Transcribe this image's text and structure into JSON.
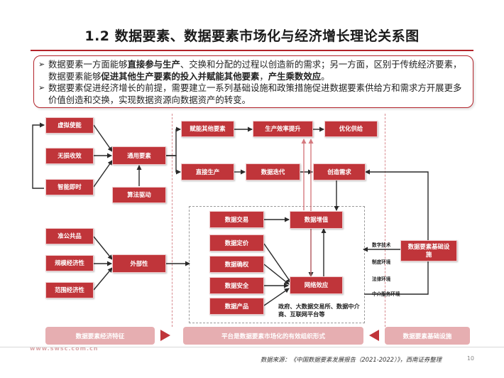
{
  "title": "1.2 数据要素、数据要素市场化与经济增长理论关系图",
  "summary": {
    "p1_a": "数据要素一方面能够",
    "p1_b": "直接参与生产",
    "p1_c": "、交换和分配的过程以创造新的需求；另一方面，区别于传统经济要素，数据要素能够",
    "p1_d": "促进其他生产要素的投入并赋能其他要素",
    "p1_e": "，",
    "p1_f": "产生乘数效应",
    "p1_g": "。",
    "p2": "数据要素促进经济增长的前提，需要建立一系列基础设施和政策措施促进数据要素供给方和需求方开展更多价值创造和交换，实现数据资源向数据资产的转变。"
  },
  "nodes": {
    "virtual": "虚拟使能",
    "no_loss": "无损收效",
    "intelligent": "智能即时",
    "general_factor": "通用要素",
    "algorithm": "算法驱动",
    "quasi_public": "准公共品",
    "scale_economy": "规模经济性",
    "scope_economy": "范围经济性",
    "externality": "外部性",
    "empower_other": "赋能其他要素",
    "productivity": "生产效率提升",
    "optimize_supply": "优化供给",
    "direct_production": "直接生产",
    "data_iteration": "数据迭代",
    "create_demand": "创造需求",
    "data_trade": "数据交易",
    "data_pricing": "数据定价",
    "data_rights": "数据确权",
    "data_security": "数据安全",
    "data_product": "数据产品",
    "data_appreciation": "数据增值",
    "network_effect": "网络效应",
    "infra_node": "数据要素基础设施"
  },
  "platform_note": "政府、大数据交易所、数据中介商、互联网平台等",
  "infra_labels": [
    "数字技术",
    "制度环境",
    "法律环境",
    "中介服务环境"
  ],
  "banners": {
    "left": "数据要素经济特征",
    "middle": "平台是数据要素市场化的有效组织形式",
    "right": "数据要素基础设施"
  },
  "source": "数据来源：《中国数据要素发展报告（2021-2022）》，西南证券整理",
  "page_number": "10",
  "watermark": "www.swsc.com.cn",
  "colors": {
    "accent": "#b3232a",
    "node": "#c0353a",
    "banner": "#e6aeb1",
    "edge": "#2a2a2a",
    "feedback": "#d57a7f"
  }
}
